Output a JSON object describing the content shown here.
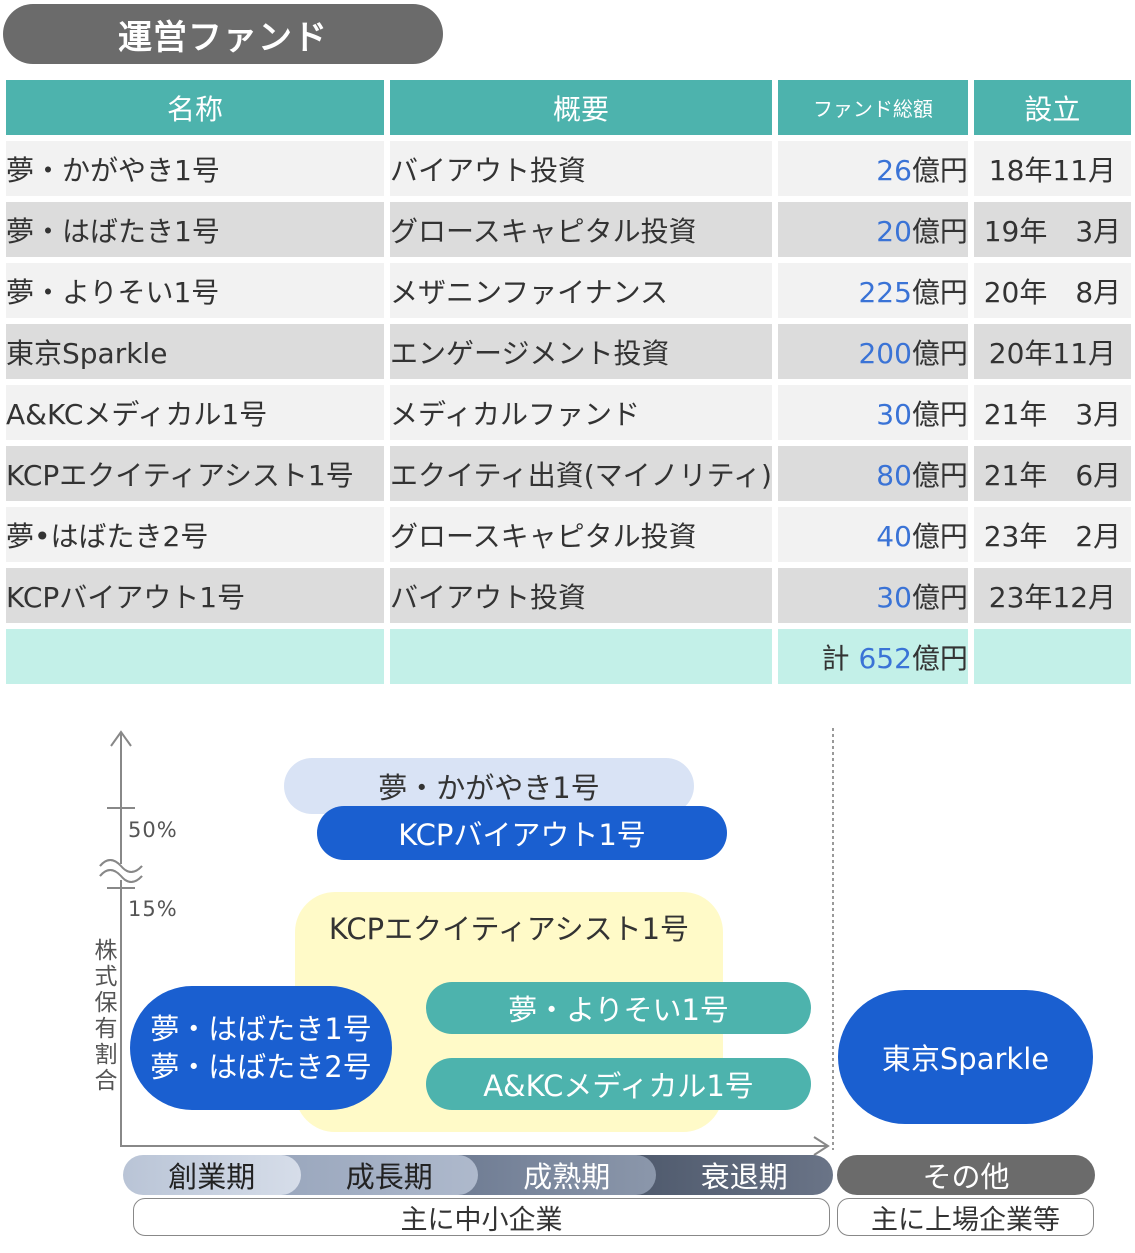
{
  "title": "運営ファンド",
  "table": {
    "headers": {
      "name": "名称",
      "summary": "概要",
      "amount": "ファンド総額",
      "established": "設立"
    },
    "unit": "億円",
    "rows": [
      {
        "name": "夢・かがやき1号",
        "summary": "バイアウト投資",
        "amount": "26",
        "established": "18年11月"
      },
      {
        "name": "夢・はばたき1号",
        "summary": "グロースキャピタル投資",
        "amount": "20",
        "established": "19年　3月"
      },
      {
        "name": "夢・よりそい1号",
        "summary": "メザニンファイナンス",
        "amount": "225",
        "established": "20年　8月"
      },
      {
        "name": "東京Sparkle",
        "summary": "エンゲージメント投資",
        "amount": "200",
        "established": "20年11月"
      },
      {
        "name": "A&KCメディカル1号",
        "summary": "メディカルファンド",
        "amount": "30",
        "established": "21年　3月"
      },
      {
        "name": "KCPエクイティアシスト1号",
        "summary": "エクイティ出資(マイノリティ)",
        "amount": "80",
        "established": "21年　6月"
      },
      {
        "name": "夢•はばたき2号",
        "summary": "グロースキャピタル投資",
        "amount": "40",
        "established": "23年　2月"
      },
      {
        "name": "KCPバイアウト1号",
        "summary": "バイアウト投資",
        "amount": "30",
        "established": "23年12月"
      }
    ],
    "total": {
      "prefix": "計",
      "amount": "652",
      "unit": "億円"
    }
  },
  "diagram": {
    "y_axis_label": "株式保有割合",
    "ticks": {
      "high": "50%",
      "low": "15%"
    },
    "bubbles": {
      "kagayaki": "夢・かがやき1号",
      "kcp_buyout": "KCPバイアウト1号",
      "kcp_equity": "KCPエクイティアシスト1号",
      "habataki_1": "夢・はばたき1号",
      "habataki_2": "夢・はばたき2号",
      "yorisoi": "夢・よりそい1号",
      "medical": "A&KCメディカル1号",
      "sparkle": "東京Sparkle"
    },
    "stages": [
      "創業期",
      "成長期",
      "成熟期",
      "衰退期"
    ],
    "other_stage": "その他",
    "smb_label": "主に中小企業",
    "listed_label": "主に上場企業等",
    "colors": {
      "teal": "#4db3ad",
      "blue": "#1a5fd0",
      "number_blue": "#3a73d6",
      "light_yellow": "#fffac8"
    }
  }
}
